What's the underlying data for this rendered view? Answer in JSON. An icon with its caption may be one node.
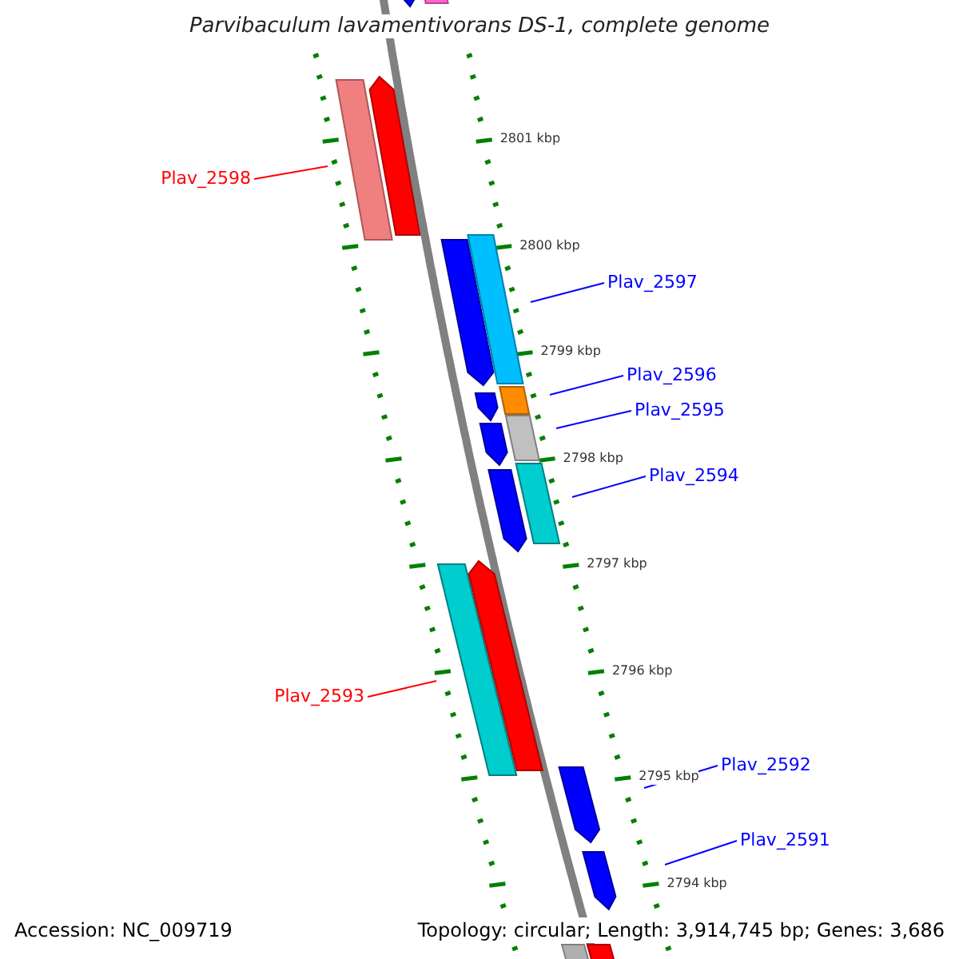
{
  "diagram": {
    "title": "Parvibaculum lavamentivorans DS-1, complete genome",
    "nodes": [
      {
        "text": [],
        "shape": "arrow"
      },
      {
        "text": [],
        "shape": "bar"
      },
      {
        "text": [
          "Plav_2598"
        ]
      },
      {
        "text": [],
        "shape": "bar"
      },
      {
        "text": [],
        "shape": "arrow"
      },
      {
        "text": [],
        "shape": "arrow"
      },
      {
        "text": [
          "Plav_2597"
        ]
      },
      {
        "text": [],
        "shape": "bar"
      },
      {
        "text": [
          "Plav_2596"
        ]
      },
      {
        "text": [],
        "shape": "bar"
      },
      {
        "text": [],
        "shape": "arrow"
      },
      {
        "text": [
          "Plav_2595"
        ]
      },
      {
        "text": [],
        "shape": "bar"
      },
      {
        "text": [],
        "shape": "arrow"
      },
      {
        "text": [
          "Plav_2594"
        ]
      },
      {
        "text": [],
        "shape": "bar"
      },
      {
        "text": [],
        "shape": "arrow"
      },
      {
        "text": [
          "Plav_2593"
        ]
      },
      {
        "text": [],
        "shape": "bar"
      },
      {
        "text": [],
        "shape": "arrow"
      },
      {
        "text": [
          "Plav_2592"
        ]
      },
      {
        "text": [],
        "shape": "arrow"
      },
      {
        "text": [
          "Plav_2591"
        ]
      },
      {
        "text": [],
        "shape": "arrow"
      },
      {
        "text": [],
        "shape": "bar"
      },
      {
        "text": [],
        "shape": "bar"
      }
    ],
    "edges": [
      {
        "from": 2,
        "to": 3,
        "arrow": "none",
        "color": "#ff0000"
      },
      {
        "from": 6,
        "to": 7,
        "arrow": "none"
      },
      {
        "from": 8,
        "to": 9,
        "arrow": "none"
      },
      {
        "from": 11,
        "to": 12,
        "arrow": "none"
      },
      {
        "from": 14,
        "to": 15,
        "arrow": "none"
      },
      {
        "from": 17,
        "to": 18,
        "arrow": "none",
        "color": "#ff0000"
      },
      {
        "from": 20,
        "to": 21,
        "arrow": "none"
      },
      {
        "from": 22,
        "to": 23,
        "arrow": "none"
      }
    ],
    "labels": [
      "2801 kbp",
      "2800 kbp",
      "2799 kbp",
      "2798 kbp",
      "2797 kbp",
      "2796 kbp",
      "2795 kbp",
      "2794 kbp",
      "Accession: NC_009719",
      "Topology: circular; Length: 3,914,745 bp; Genes: 3,686"
    ]
  }
}
